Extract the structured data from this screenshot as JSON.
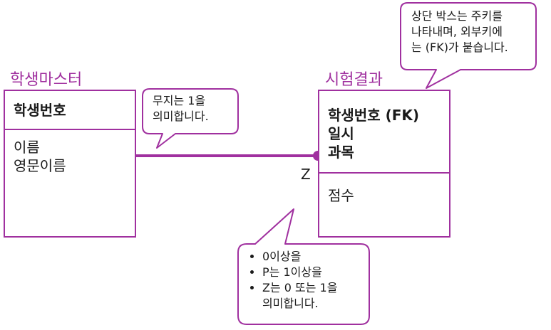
{
  "colors": {
    "accent": "#a0309f",
    "text": "#1a1a1a"
  },
  "student_master": {
    "title": "학생마스터",
    "key_fields": [
      "학생번호"
    ],
    "fields": [
      "이름",
      "영문이름"
    ]
  },
  "exam_result": {
    "title": "시험결과",
    "key_fields": [
      "학생번호 (FK)",
      "일시",
      "과목"
    ],
    "fields": [
      "점수"
    ]
  },
  "relationship": {
    "cardinality_label": "Z"
  },
  "callouts": {
    "top_box": [
      "상단 박스는 주키를",
      "나타내며, 외부키에",
      "는 (FK)가 붙습니다."
    ],
    "no_mark": [
      "무지는 1을",
      "의미합니다."
    ],
    "cardinality_notes": [
      "0이상을",
      "P는 1이상을",
      "Z는 0 또는 1을"
    ],
    "cardinality_notes_tail": "의미합니다."
  }
}
